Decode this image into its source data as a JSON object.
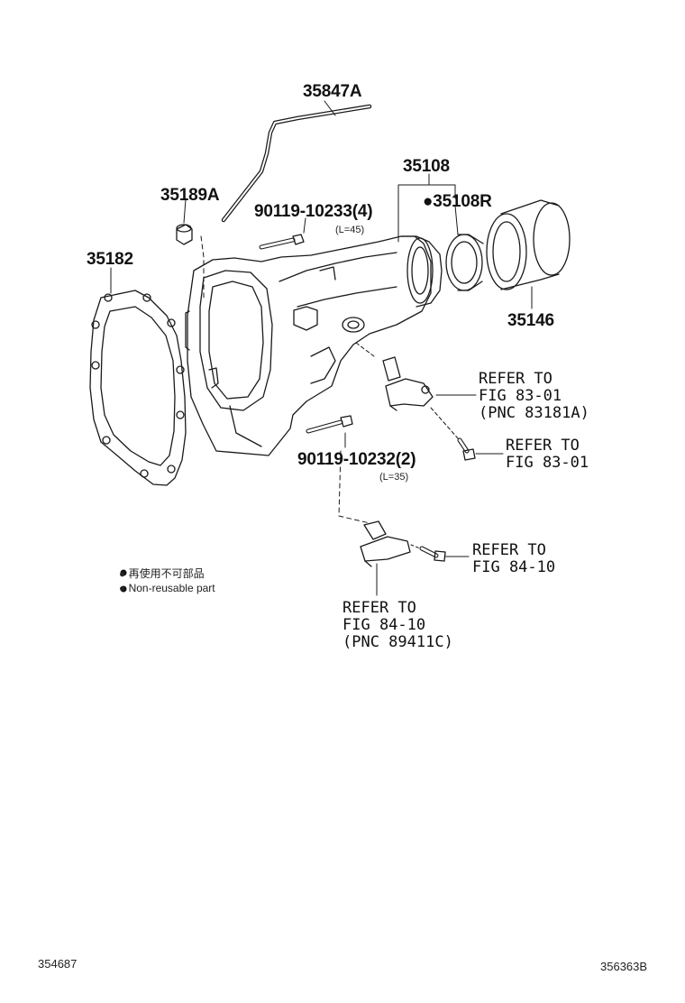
{
  "parts": {
    "p35847a": "35847A",
    "p35108": "35108",
    "p35108r": "●35108R",
    "p35189a": "35189A",
    "p90119_10233": "90119-10233(4)",
    "l45": "(L=45)",
    "p35182": "35182",
    "p35146": "35146",
    "p90119_10232": "90119-10232(2)",
    "l35": "(L=35)"
  },
  "refs": {
    "ref1_line1": "REFER TO",
    "ref1_line2": "FIG 83-01",
    "ref1_line3": "(PNC 83181A)",
    "ref2_line1": "REFER TO",
    "ref2_line2": "FIG 83-01",
    "ref3_line1": "REFER TO",
    "ref3_line2": "FIG 84-10",
    "ref4_line1": "REFER TO",
    "ref4_line2": "FIG 84-10",
    "ref4_line3": "(PNC 89411C)"
  },
  "legend": {
    "jp": "● 再使用不可部品",
    "en": "● Non-reusable part"
  },
  "footer": {
    "left_code": "354687",
    "right_code": "356363B"
  }
}
